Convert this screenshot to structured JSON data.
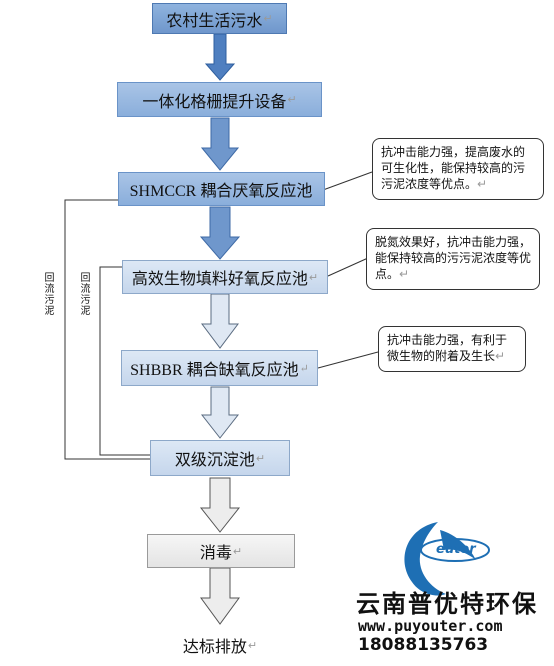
{
  "nodes": [
    {
      "id": "n1",
      "label": "农村生活污水",
      "mark": "↵"
    },
    {
      "id": "n2",
      "label": "一体化格栅提升设备",
      "mark": "↵"
    },
    {
      "id": "n3",
      "label": "SHMCCR 耦合厌氧反应池",
      "mark": ""
    },
    {
      "id": "n4",
      "label": "高效生物填料好氧反应池",
      "mark": "↵"
    },
    {
      "id": "n5",
      "label": "SHBBR 耦合缺氧反应池",
      "mark": "↵"
    },
    {
      "id": "n6",
      "label": "双级沉淀池",
      "mark": "↵"
    },
    {
      "id": "n7",
      "label": "消毒",
      "mark": "↵"
    },
    {
      "id": "n8",
      "label": "达标排放",
      "mark": "↵"
    }
  ],
  "callouts": [
    {
      "id": "c1",
      "text": "抗冲击能力强，提高废水的可生化性，能保持较高的污污泥浓度等优点。",
      "mark": "↵"
    },
    {
      "id": "c2",
      "text": "脱氮效果好，抗冲击能力强，能保持较高的污污泥浓度等优点。",
      "mark": "↵"
    },
    {
      "id": "c3",
      "text": "抗冲击能力强，有利于微生物的附着及生长",
      "mark": "↵"
    }
  ],
  "return_lines": [
    {
      "id": "r1",
      "label": "回流污泥"
    },
    {
      "id": "r2",
      "label": "回流污泥"
    }
  ],
  "logo": {
    "brand_mark": "eutor",
    "company": "云南普优特环保",
    "website": "www.puyouter.com",
    "phone": "18088135763"
  },
  "colors": {
    "arrow_blue": "#4f7fc0",
    "arrow_light": "#e6e6e6",
    "logo_blue": "#1e6fb4"
  }
}
